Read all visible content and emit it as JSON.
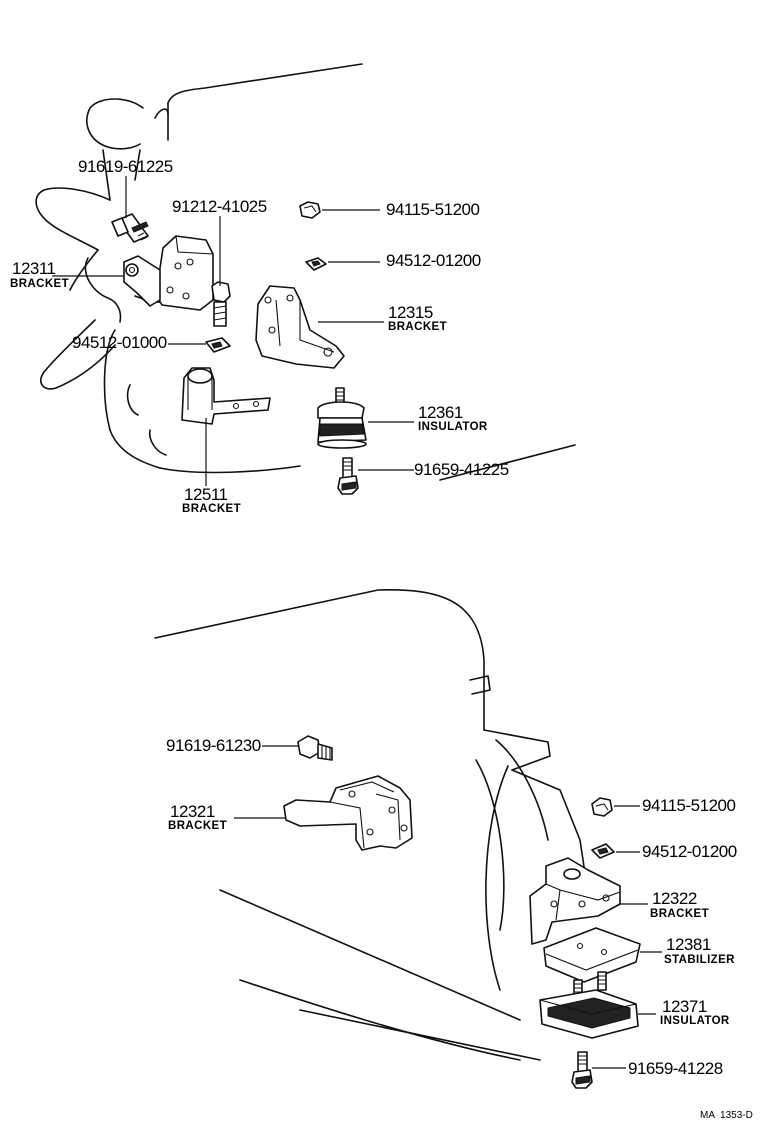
{
  "labels": {
    "p91619_61225": "91619-61225",
    "p91212_41025": "91212-41025",
    "p94115_51200_a": "94115-51200",
    "p94512_01200_a": "94512-01200",
    "p12311": "12311",
    "p12311_name": "BRACKET",
    "p94512_01000": "94512-01000",
    "p12315": "12315",
    "p12315_name": "BRACKET",
    "p12361": "12361",
    "p12361_name": "INSULATOR",
    "p91659_41225": "91659-41225",
    "p12511": "12511",
    "p12511_name": "BRACKET",
    "p91619_61230": "91619-61230",
    "p12321": "12321",
    "p12321_name": "BRACKET",
    "p94115_51200_b": "94115-51200",
    "p94512_01200_b": "94512-01200",
    "p12322": "12322",
    "p12322_name": "BRACKET",
    "p12381": "12381",
    "p12381_name": "STABILIZER",
    "p12371": "12371",
    "p12371_name": "INSULATOR",
    "p91659_41228": "91659-41228",
    "ref": "MA  1353-D"
  }
}
